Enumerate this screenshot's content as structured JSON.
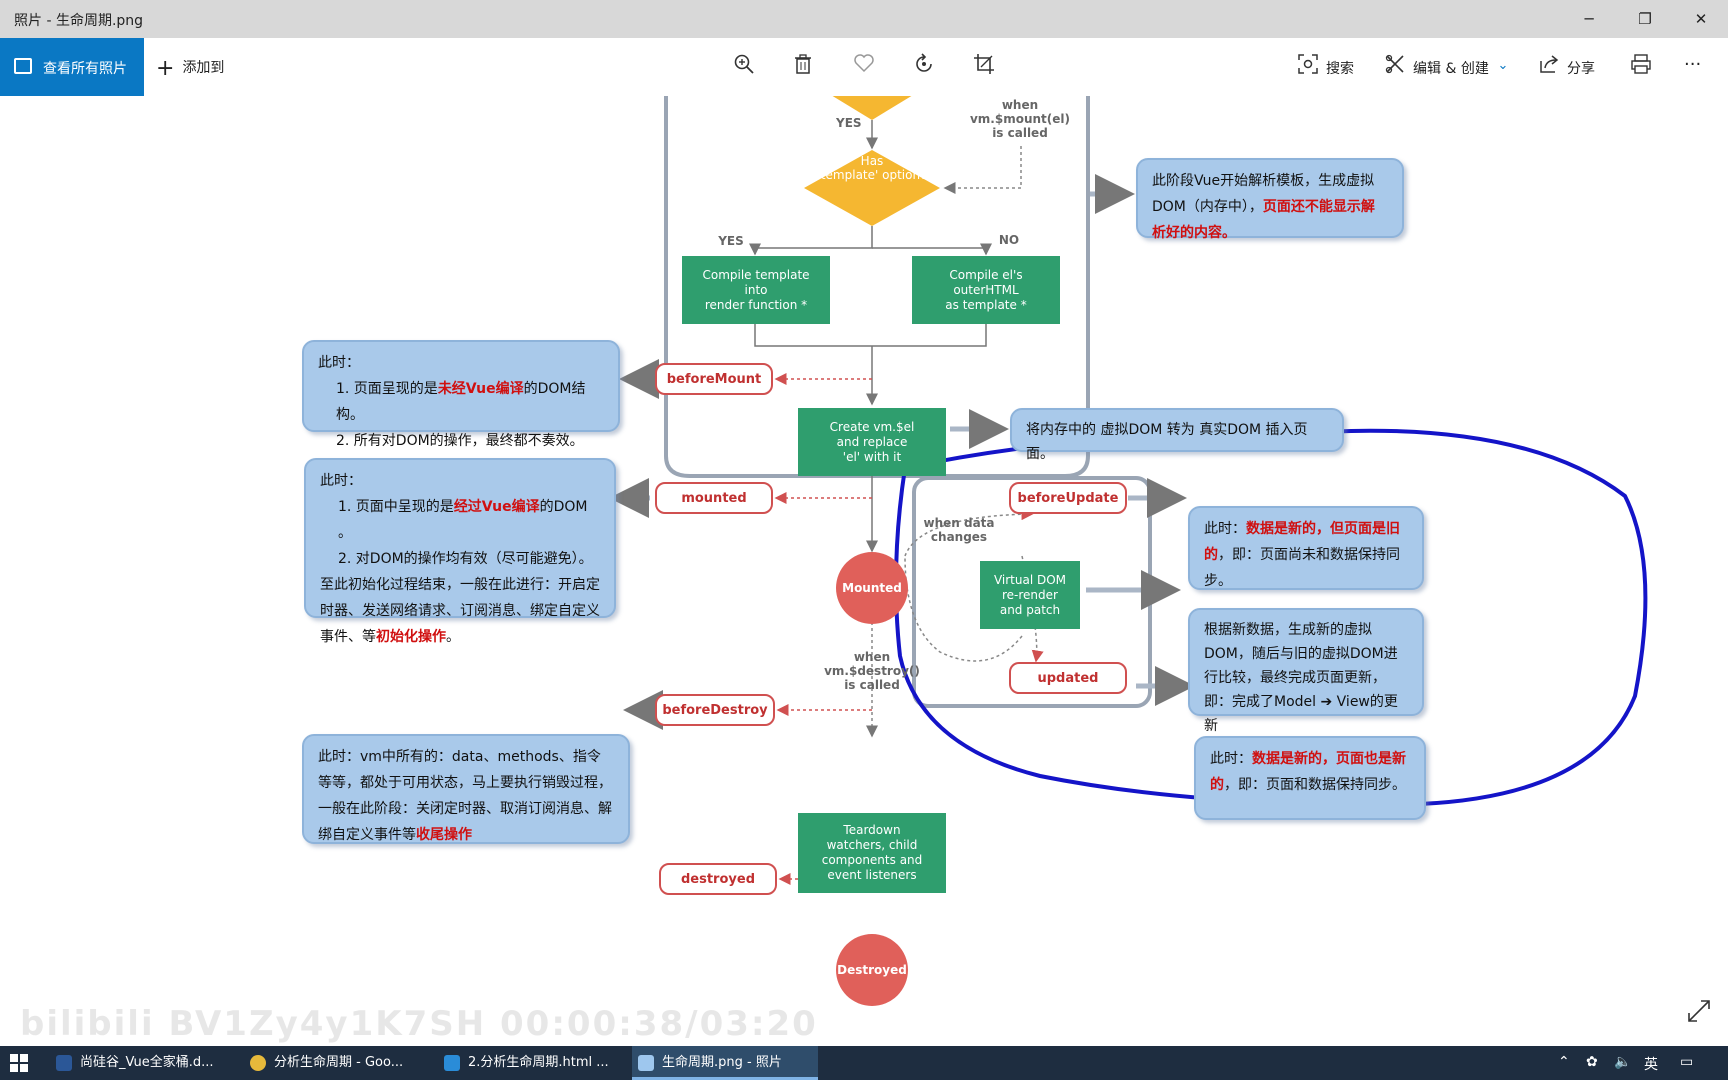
{
  "window": {
    "title": "照片 - 生命周期.png",
    "minimize": "─",
    "restore": "❐",
    "close": "✕"
  },
  "toolbar": {
    "view_all": "查看所有照片",
    "add_to": "添加到",
    "search": "搜索",
    "edit_create": "编辑 & 创建",
    "share": "分享",
    "more": "···"
  },
  "diagram": {
    "yes_top": "YES",
    "when_mount": "when\nvm.$mount(el)\nis called",
    "has_template": "Has\n'template' option?",
    "yes_left": "YES",
    "no_right": "NO",
    "compile_template": "Compile template\ninto\nrender function *",
    "compile_el": "Compile el's\nouterHTML\nas template *",
    "create_vm": "Create vm.$el\nand replace\n'el' with it",
    "mounted_circle": "Mounted",
    "when_destroy": "when\nvm.$destroy()\nis called",
    "teardown": "Teardown\nwatchers, child\ncomponents and\nevent listeners",
    "destroyed_circle": "Destroyed",
    "when_data_changes": "when data\nchanges",
    "vdom": "Virtual DOM\nre-render\nand patch",
    "hooks": {
      "beforeMount": "beforeMount",
      "mounted": "mounted",
      "beforeDestroy": "beforeDestroy",
      "destroyed": "destroyed",
      "beforeUpdate": "beforeUpdate",
      "updated": "updated"
    },
    "callouts": {
      "template_parse_a": "此阶段Vue开始解析模板，生成虚拟DOM（内存中），",
      "template_parse_b": "页面还不能显示解析好的内容。",
      "before_mount_title": "此时：",
      "before_mount_1a": "1. 页面呈现的是",
      "before_mount_1b": "未经Vue编译",
      "before_mount_1c": "的DOM结构。",
      "before_mount_2": "2. 所有对DOM的操作，最终都不奏效。",
      "real_dom": "将内存中的 虚拟DOM 转为 真实DOM 插入页面。",
      "mounted_title": "此时：",
      "mounted_1a": "1. 页面中呈现的是",
      "mounted_1b": "经过Vue编译",
      "mounted_1c": "的DOM 。",
      "mounted_2": "2. 对DOM的操作均有效（尽可能避免）。",
      "mounted_3a": "至此初始化过程结束，一般在此进行：开启定时器、发送网络请求、订阅消息、绑定自定义事件、等",
      "mounted_3b": "初始化操作",
      "mounted_3c": "。",
      "before_update_a": "此时：",
      "before_update_b": "数据是新的，但页面是旧的",
      "before_update_c": "，即：页面尚未和数据保持同步。",
      "vdom_note": "根据新数据，生成新的虚拟DOM，随后与旧的虚拟DOM进行比较，最终完成页面更新，即：完成了Model ➔ View的更新",
      "updated_a": "此时：",
      "updated_b": "数据是新的，页面也是新的",
      "updated_c": "，即：页面和数据保持同步。",
      "before_destroy_a": "此时：vm中所有的：data、methods、指令等等，都处于可用状态，马上要执行销毁过程，一般在此阶段：关闭定时器、取消订阅消息、解绑自定义事件等",
      "before_destroy_b": "收尾操作"
    },
    "watermark": "bilibili  BV1Zy4y1K7SH  00:00:38/03:20"
  },
  "taskbar": {
    "word": "尚硅谷_Vue全家桶.d...",
    "chrome": "分析生命周期 - Goo...",
    "vscode": "2.分析生命周期.html ...",
    "photos": "生命周期.png - 照片",
    "ime": "英"
  }
}
